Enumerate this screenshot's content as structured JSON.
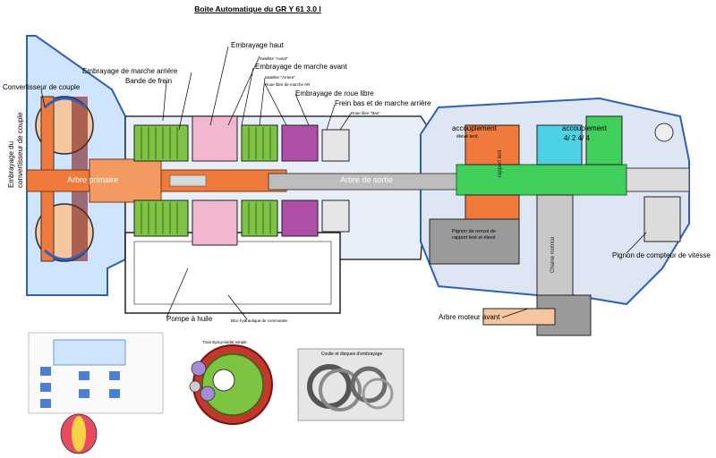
{
  "title": "Boite  Automatique du GR Y 61 3.0 l",
  "labels": {
    "embrayage_haut": "Embrayage haut",
    "embrayage_marche_arriere": "Embrayage de marche arrière",
    "embrayage_marche_avant": "Embrayage de marche avant",
    "bande_frein": "Bande de frein",
    "satellite_avant": "Satellite \"Avant\"",
    "satellite_arriere": "Satellite \"Arriere\"",
    "roue_libre_ra": "Roue libre de marche AR",
    "embrayage_roue_libre": "Embrayage de roue libre",
    "frein_bas_marche_arriere": "Frein bas et de marche arrière",
    "roue_libre_bas": "Roue libre \"Bas\"",
    "convertisseur": "Convertisseur de couple",
    "embrayage_convertisseur_1": "Embrayage du",
    "embrayage_convertisseur_2": "convertisseur de couple",
    "arbre_primaire": "Arbre primaire",
    "arbre_sortie": "Arbre de sortie",
    "accouplement_left": "accouplement",
    "eleve_lent": "élevé    lent",
    "accouplement_right": "accouplement",
    "ratios": "4/ 2      4/ 4",
    "rapport_lent": "rapport lent",
    "pignon_renvoi_1": "Pignon de renvoi de",
    "pignon_renvoi_2": "rapport lent et élevé",
    "chaine_motrice": "Chaine motrice",
    "arbre_moteur_avant": "Arbre moteur avant",
    "pignon_compteur": "Pignon de compteur de vitesse",
    "pompe_huile": "Pompe à huile",
    "bloc_hydraulique": "Bloc hydraulique de commande",
    "train_epicycloidal": "Train Epicycloïdal simple",
    "photo_caption": "Coulie et disques d'embrayage"
  },
  "colors": {
    "housing": "#4a7fd4",
    "input_shaft": "#f07a3c",
    "clutch_green": "#7dc443",
    "transfer_green": "#3fcf5a",
    "dark_line": "#1a1a1a",
    "purple_part": "#b04fa8",
    "cyan_shaft": "#4dd0e1"
  }
}
